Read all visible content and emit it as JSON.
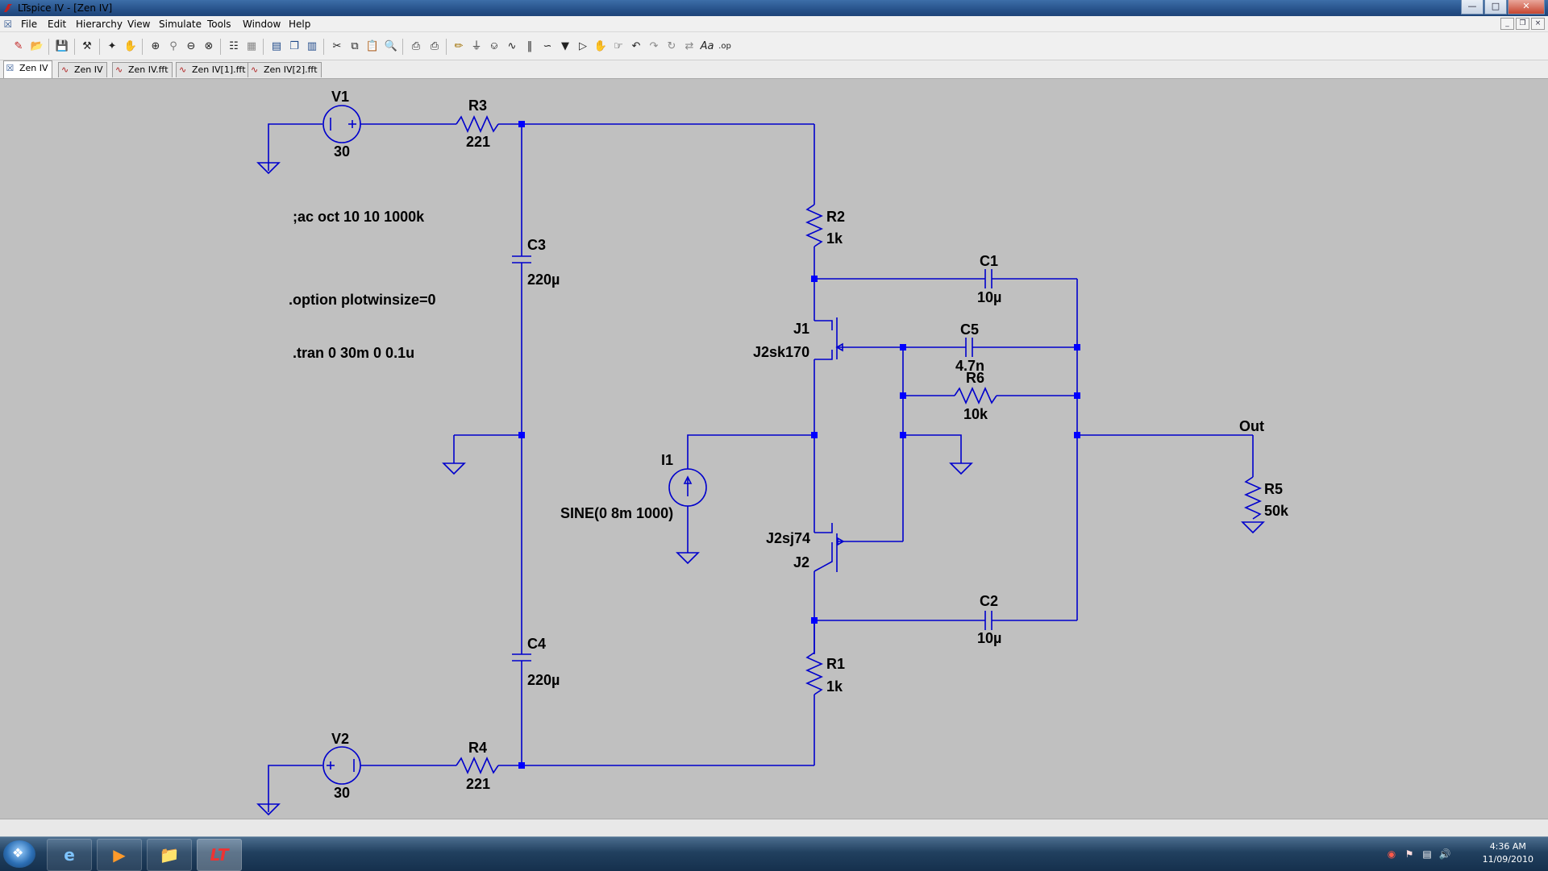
{
  "window": {
    "title": "LTspice IV - [Zen IV]"
  },
  "menu": [
    "File",
    "Edit",
    "Hierarchy",
    "View",
    "Simulate",
    "Tools",
    "Window",
    "Help"
  ],
  "tabs": [
    {
      "label": "Zen IV",
      "icon": "schematic-icon",
      "active": true
    },
    {
      "label": "Zen IV",
      "icon": "waveform-icon"
    },
    {
      "label": "Zen IV.fft",
      "icon": "waveform-icon"
    },
    {
      "label": "Zen IV[1].fft",
      "icon": "waveform-icon"
    },
    {
      "label": "Zen IV[2].fft",
      "icon": "waveform-icon"
    }
  ],
  "schematic": {
    "V1": {
      "name": "V1",
      "value": "30"
    },
    "V2": {
      "name": "V2",
      "value": "30"
    },
    "R3": {
      "name": "R3",
      "value": "221"
    },
    "R4": {
      "name": "R4",
      "value": "221"
    },
    "R2": {
      "name": "R2",
      "value": "1k"
    },
    "R1": {
      "name": "R1",
      "value": "1k"
    },
    "R5": {
      "name": "R5",
      "value": "50k"
    },
    "R6": {
      "name": "R6",
      "value": "10k"
    },
    "C1": {
      "name": "C1",
      "value": "10µ"
    },
    "C2": {
      "name": "C2",
      "value": "10µ"
    },
    "C3": {
      "name": "C3",
      "value": "220µ"
    },
    "C4": {
      "name": "C4",
      "value": "220µ"
    },
    "C5": {
      "name": "C5",
      "value": "4.7n"
    },
    "J1": {
      "name": "J1",
      "value": "J2sk170"
    },
    "J2": {
      "name": "J2",
      "value": "J2sj74"
    },
    "I1": {
      "name": "I1",
      "value": "SINE(0 8m 1000)"
    },
    "out_label": "Out",
    "directives": [
      ";ac oct 10 10 1000k",
      ".option plotwinsize=0",
      ".tran 0 30m 0 0.1u"
    ]
  },
  "taskbar": {
    "time": "4:36 AM",
    "date": "11/09/2010"
  },
  "colors": {
    "wire": "#0000cc",
    "junction": "#0000ff",
    "canvas": "#c0c0c0"
  }
}
